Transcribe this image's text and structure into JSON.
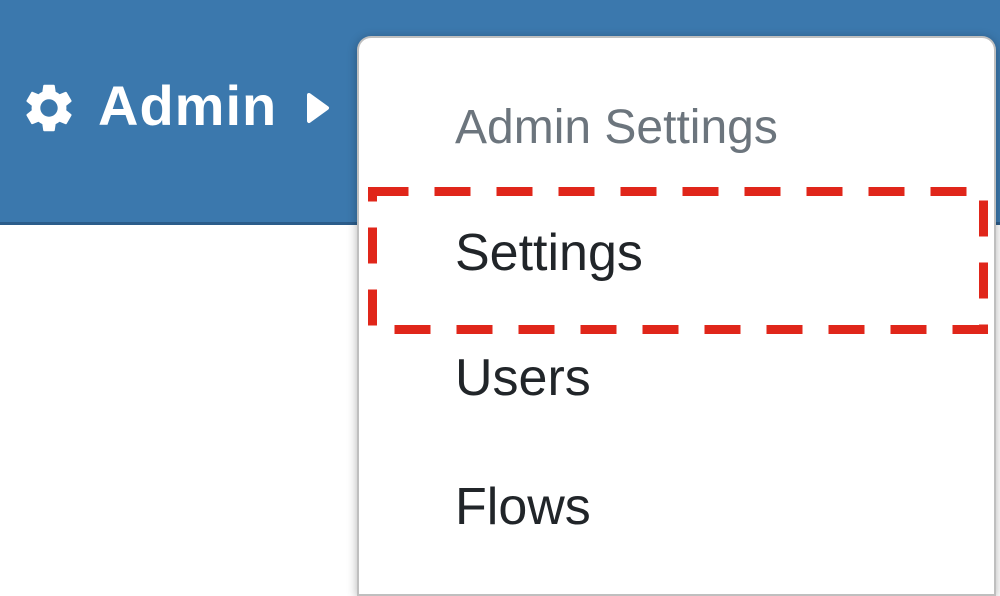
{
  "header": {
    "admin_label": "Admin",
    "gear_icon": "gear-icon",
    "caret_icon": "caret-right-icon"
  },
  "dropdown_menu": {
    "section_header": "Admin Settings",
    "items": [
      {
        "label": "Settings",
        "highlighted": true
      },
      {
        "label": "Users",
        "highlighted": false
      },
      {
        "label": "Flows",
        "highlighted": false
      }
    ]
  },
  "annotation": {
    "type": "red-dashed-box",
    "highlights": "Settings"
  },
  "colors": {
    "header_blue": "#3b78ad",
    "header_border_blue": "#2b5c8a",
    "annotation_red": "#e0261a",
    "section_header_gray": "#6c757d",
    "menu_item_text": "#212529",
    "panel_background": "#ffffff",
    "icon_white": "#ffffff"
  }
}
